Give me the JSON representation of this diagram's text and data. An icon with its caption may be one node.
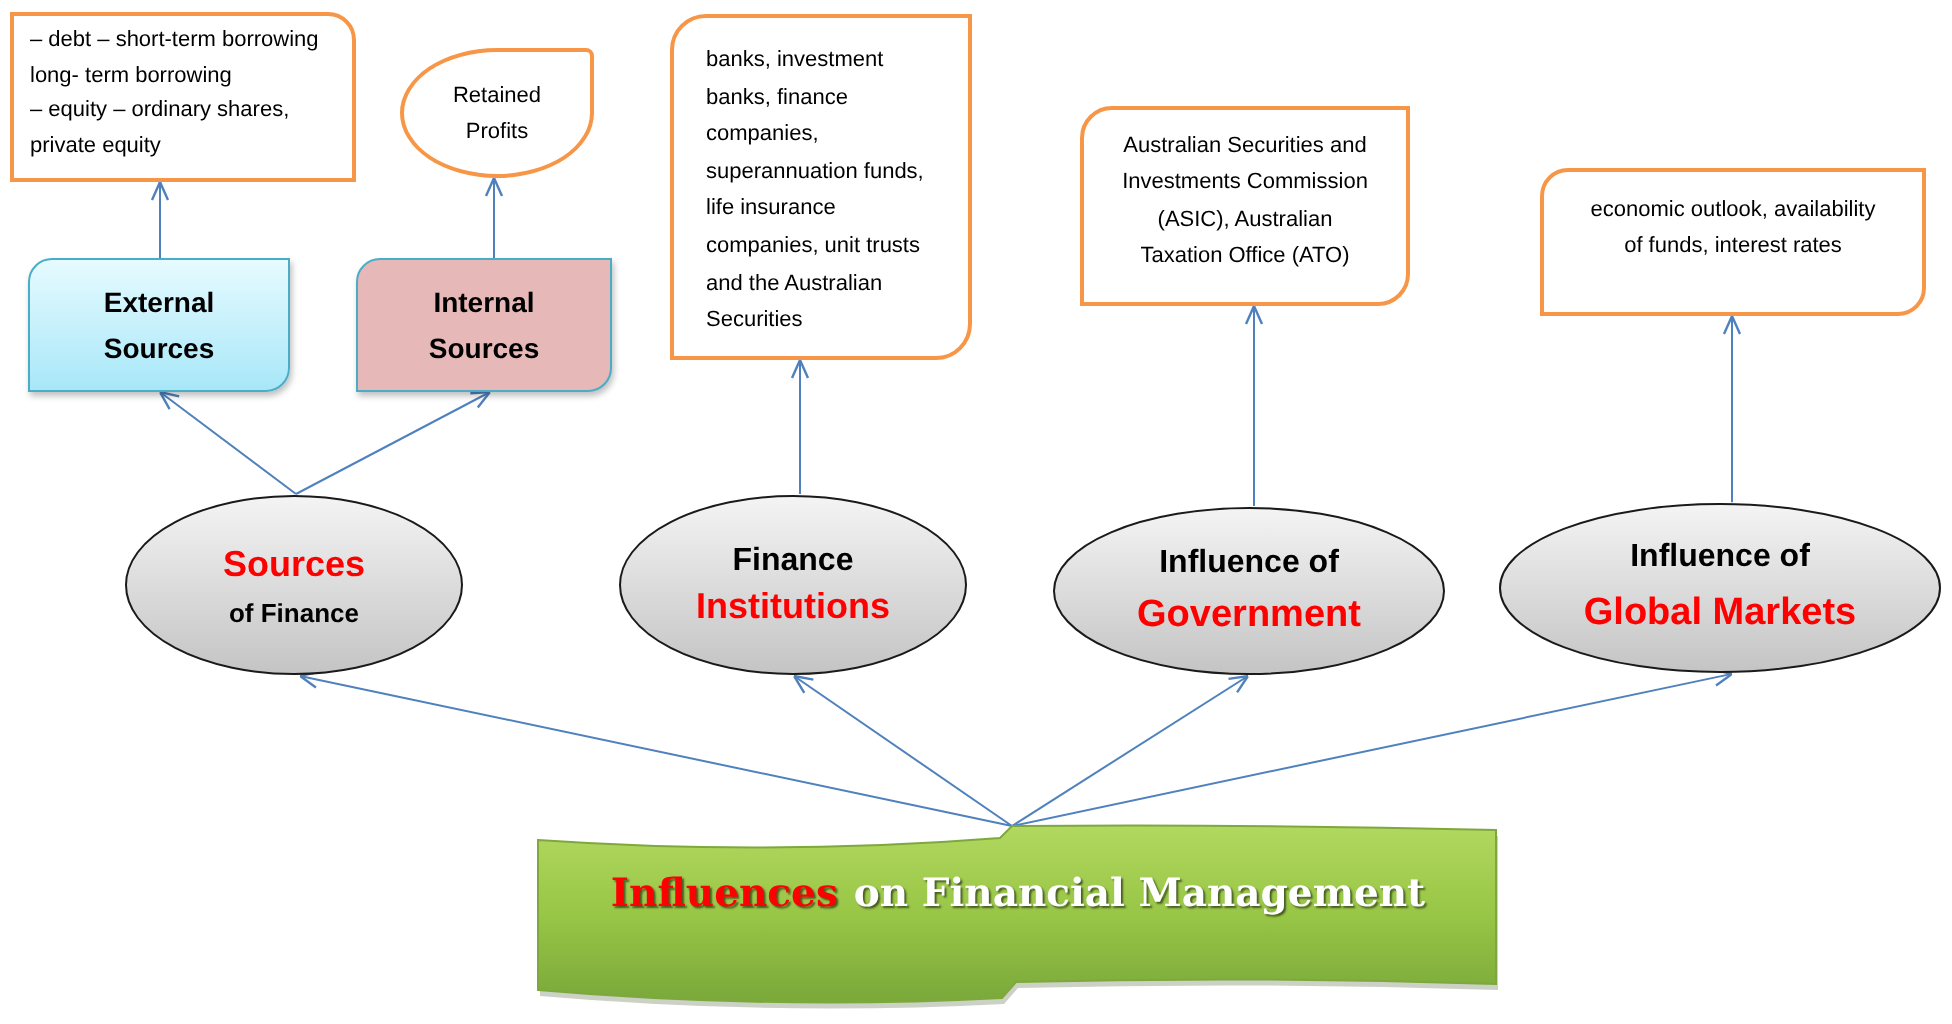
{
  "diagram": {
    "nodes": [
      {
        "text": [
          "– debt – short-term borrowing long- term borrowing",
          "– equity – ordinary shares, private equity"
        ]
      },
      {
        "text": [
          "Retained Profits"
        ]
      },
      {
        "text": [
          "banks, investment banks, finance companies, superannuation funds, life insurance companies, unit trusts and the Australian Securities"
        ]
      },
      {
        "text": [
          "Australian Securities and Investments Commission (ASIC), Australian Taxation Office (ATO)"
        ]
      },
      {
        "text": [
          "economic outlook, availability of funds, interest rates"
        ]
      },
      {
        "text": [
          "External Sources"
        ]
      },
      {
        "text": [
          "Internal Sources"
        ]
      },
      {
        "text": [
          "Sources",
          "of Finance"
        ]
      },
      {
        "text": [
          "Finance",
          "Institutions"
        ]
      },
      {
        "text": [
          "Influence of",
          "Government"
        ]
      },
      {
        "text": [
          "Influence of",
          "Global Markets"
        ]
      },
      {
        "text": [
          "Influences",
          "on Financial Management"
        ]
      }
    ],
    "edges": [
      {
        "from": 11,
        "to": 7,
        "arrow": "to"
      },
      {
        "from": 11,
        "to": 8,
        "arrow": "to"
      },
      {
        "from": 11,
        "to": 9,
        "arrow": "to"
      },
      {
        "from": 11,
        "to": 10,
        "arrow": "to"
      },
      {
        "from": 7,
        "to": 5,
        "arrow": "to"
      },
      {
        "from": 7,
        "to": 6,
        "arrow": "to"
      },
      {
        "from": 5,
        "to": 0,
        "arrow": "to"
      },
      {
        "from": 6,
        "to": 1,
        "arrow": "to"
      },
      {
        "from": 8,
        "to": 2,
        "arrow": "to"
      },
      {
        "from": 9,
        "to": 3,
        "arrow": "to"
      },
      {
        "from": 10,
        "to": 4,
        "arrow": "to"
      }
    ]
  }
}
